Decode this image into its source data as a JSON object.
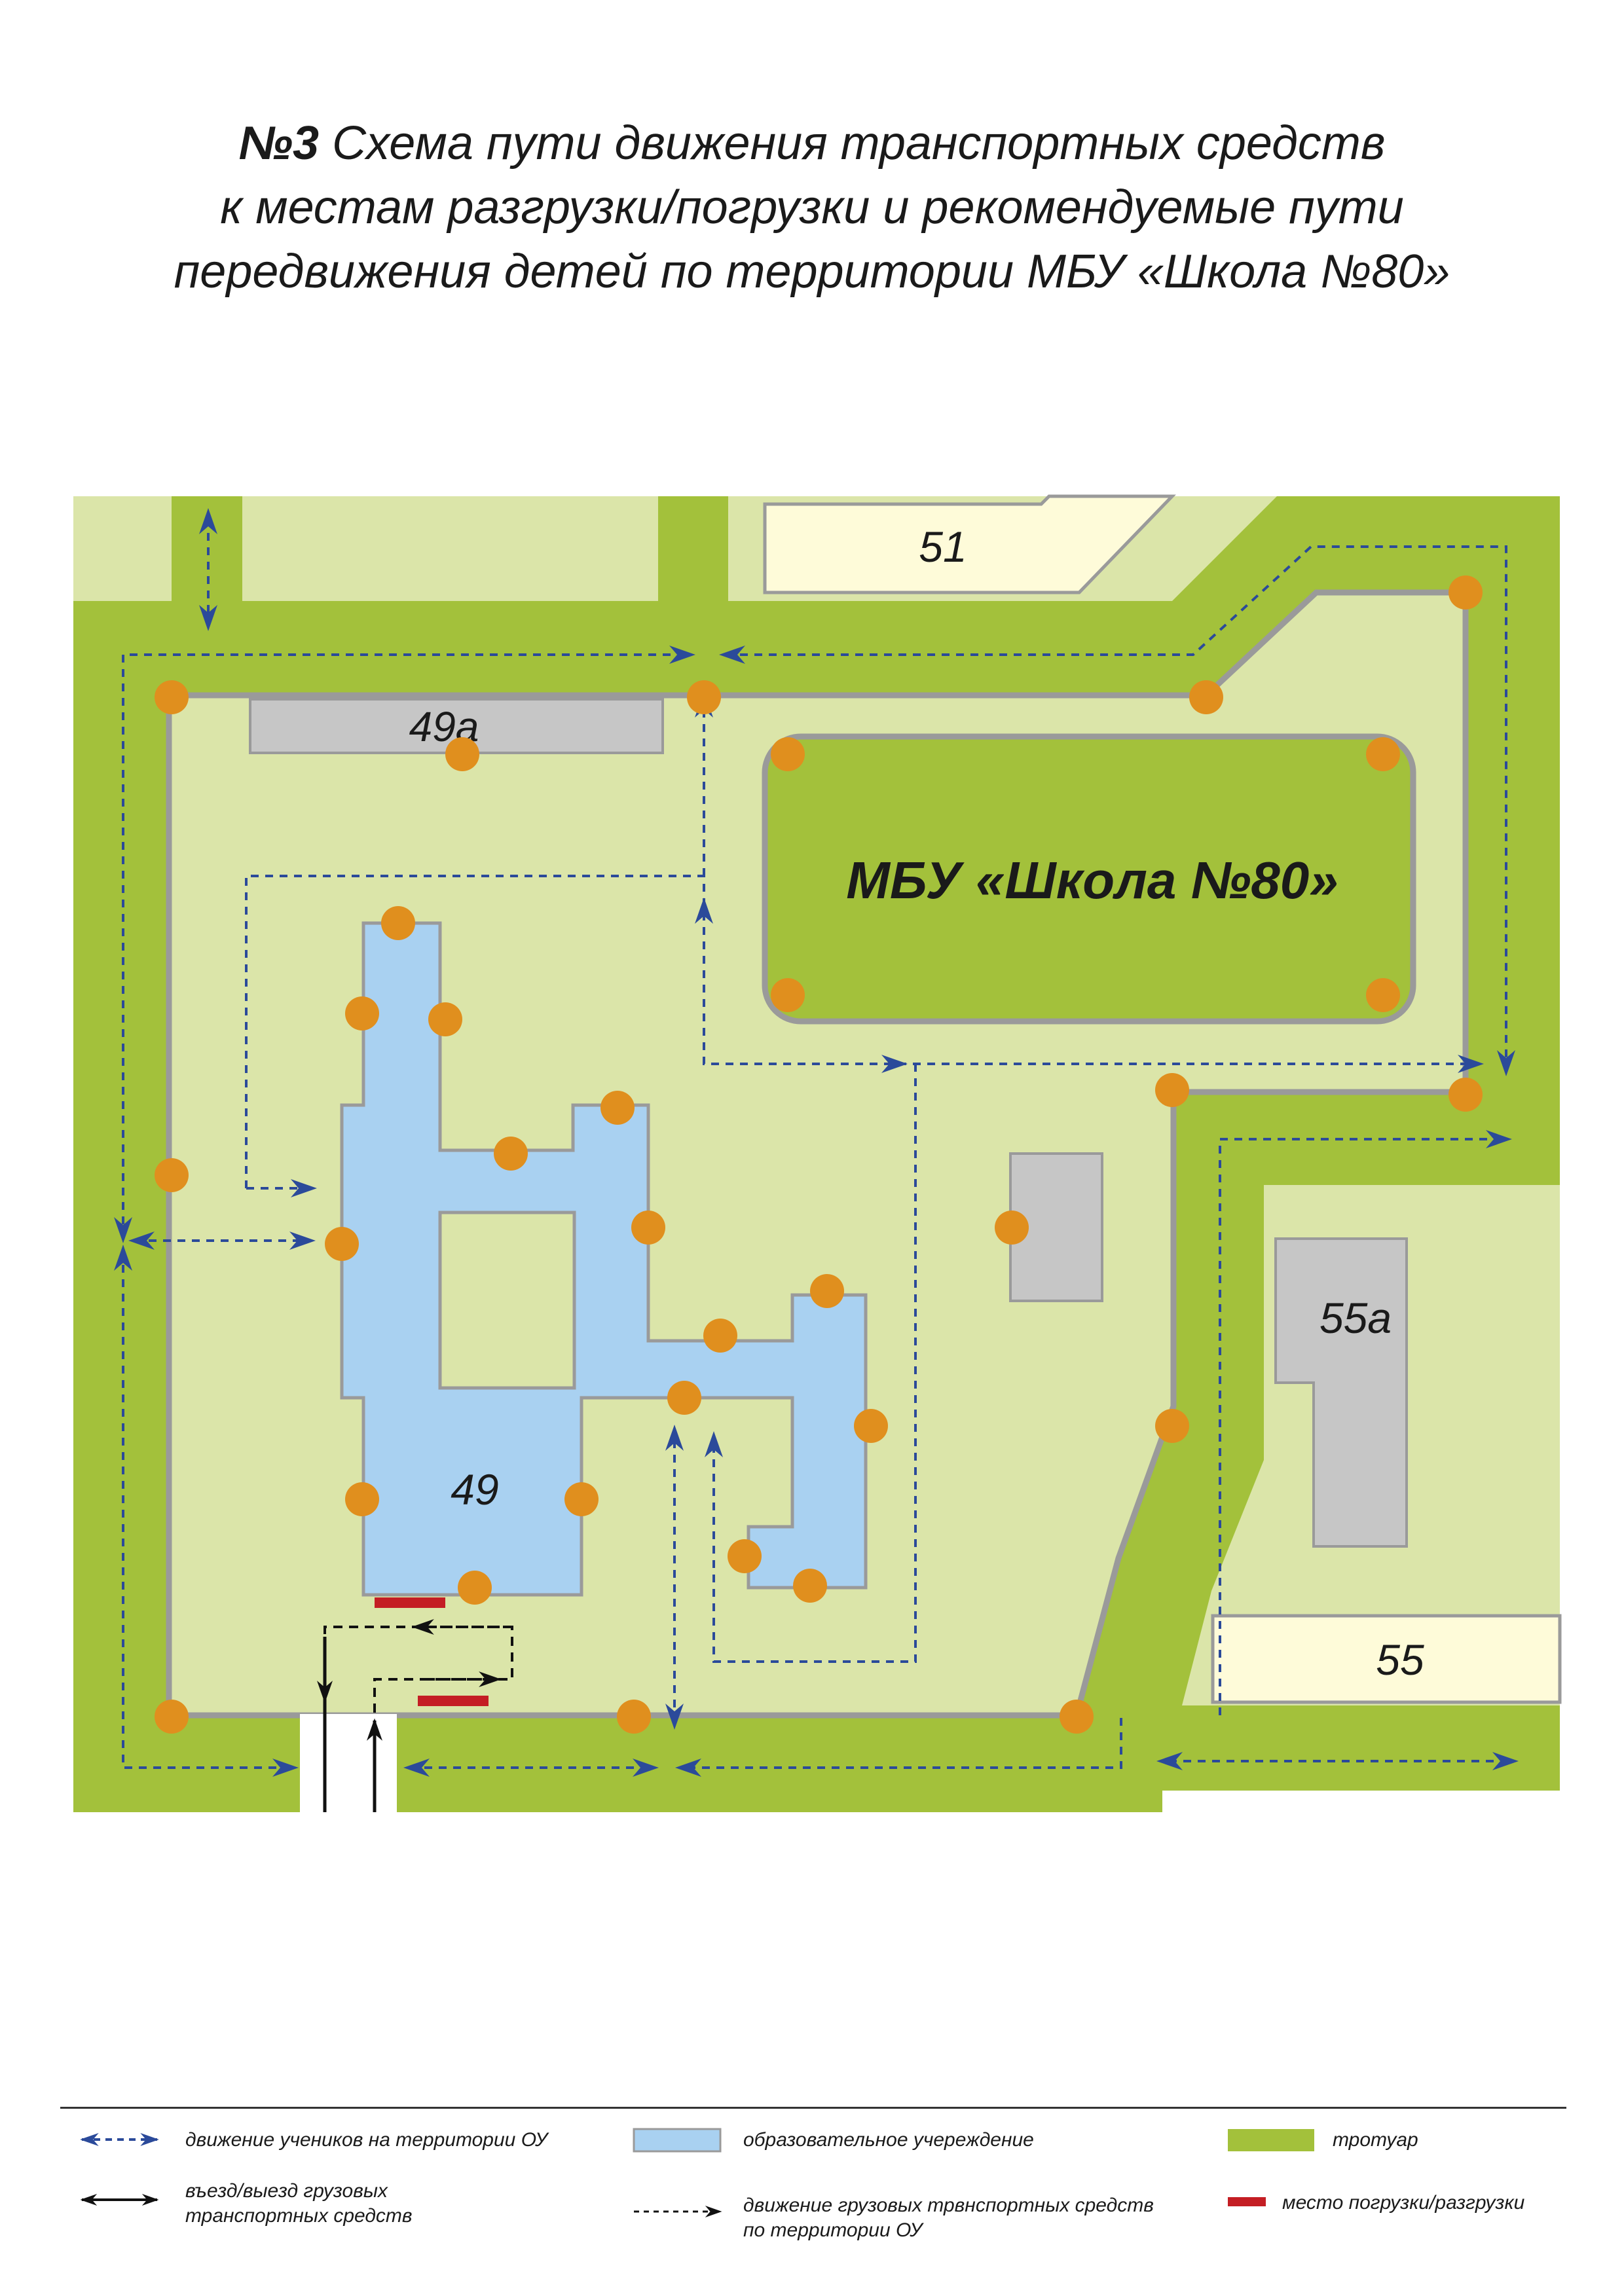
{
  "title": {
    "number": "№3",
    "line1": "Схема пути движения транспортных средств",
    "line2": "к местам разгрузки/погрузки и рекомендуемые пути",
    "line3": "передвижения детей по территории МБУ «Школа №80»"
  },
  "map": {
    "school_label": "МБУ «Школа №80»",
    "building_49": "49",
    "building_49a": "49а",
    "building_51": "51",
    "building_55": "55",
    "building_55a": "55а"
  },
  "legend": {
    "students": "движение учеников на территории ОУ",
    "institution": "образовательное учереждение",
    "sidewalk": "тротуар",
    "truck_entry_line1": "въезд/выезд грузовых",
    "truck_entry_line2": "транспортных средств",
    "truck_route_line1": "движение грузовых трвнспортных средств",
    "truck_route_line2": "по территории ОУ",
    "loading": "место погрузки/разгрузки"
  },
  "colors": {
    "sidewalk": "#a3c13b",
    "territory": "#dbe5a9",
    "institution": "#a9d1f1",
    "garage": "#c6c6c6",
    "house": "#fefbd9",
    "marker": "#e08f1e",
    "student_route": "#2b4a9a",
    "loading": "#c41e24"
  },
  "icons": {
    "marker": "orange-dot-icon",
    "arrow": "arrowhead-icon"
  }
}
